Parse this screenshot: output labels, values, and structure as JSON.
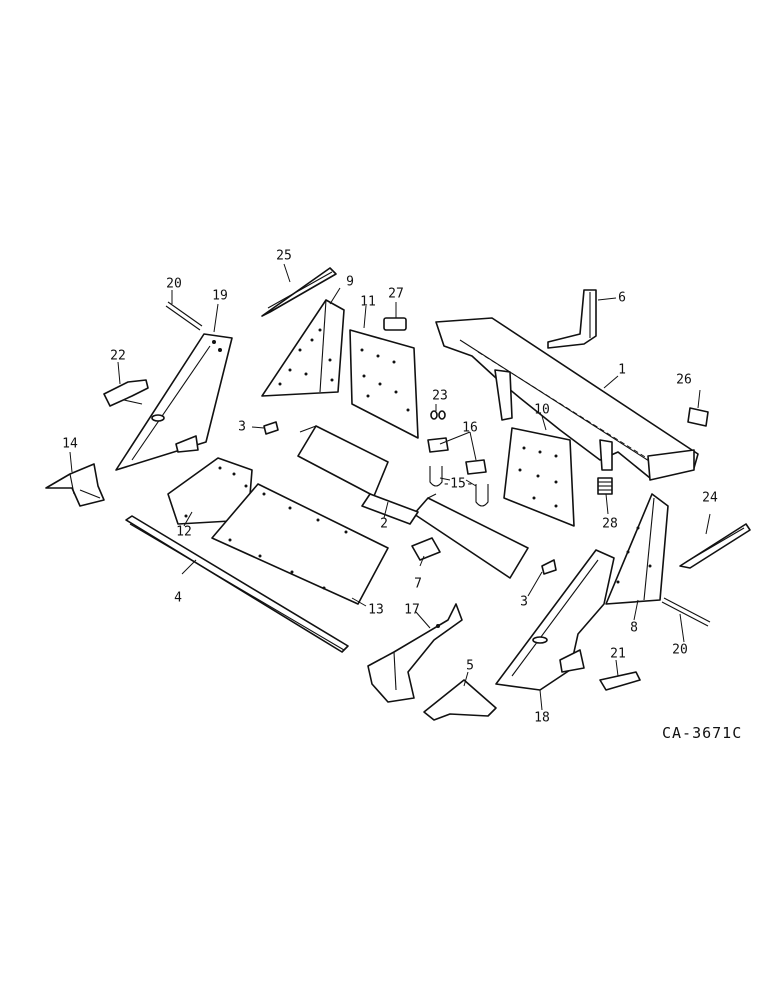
{
  "callouts": {
    "c1": "1",
    "c2": "2",
    "c3a": "3",
    "c3b": "3",
    "c4": "4",
    "c5": "5",
    "c6": "6",
    "c7": "7",
    "c8": "8",
    "c9": "9",
    "c10": "10",
    "c11": "11",
    "c12": "12",
    "c13": "13",
    "c14": "14",
    "c15": "-15-",
    "c16": "16",
    "c17": "17",
    "c18": "18",
    "c19": "19",
    "c20a": "20",
    "c20b": "20",
    "c21": "21",
    "c22": "22",
    "c23": "23",
    "c24": "24",
    "c25": "25",
    "c26": "26",
    "c27": "27",
    "c28": "28"
  },
  "reference_code": "CA-3671C",
  "colors": {
    "ink": "#111111",
    "paper": "#ffffff"
  }
}
